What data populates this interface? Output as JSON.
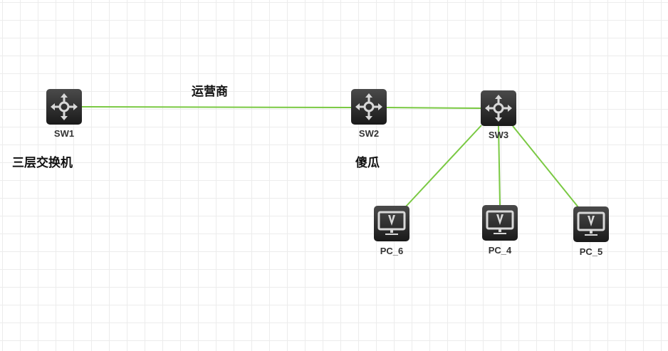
{
  "nodes": [
    {
      "id": "SW1",
      "label": "SW1",
      "type": "switch"
    },
    {
      "id": "SW2",
      "label": "SW2",
      "type": "switch"
    },
    {
      "id": "SW3",
      "label": "SW3",
      "type": "switch"
    },
    {
      "id": "PC_6",
      "label": "PC_6",
      "type": "pc"
    },
    {
      "id": "PC_4",
      "label": "PC_4",
      "type": "pc"
    },
    {
      "id": "PC_5",
      "label": "PC_5",
      "type": "pc"
    }
  ],
  "links": [
    {
      "from": "SW1",
      "to": "SW2"
    },
    {
      "from": "SW2",
      "to": "SW3"
    },
    {
      "from": "SW3",
      "to": "PC_6"
    },
    {
      "from": "SW3",
      "to": "PC_4"
    },
    {
      "from": "SW3",
      "to": "PC_5"
    }
  ],
  "annotations": {
    "carrier": "运营商",
    "l3_switch": "三层交换机",
    "sw2_note": "傻瓜"
  },
  "colors": {
    "link": "#7ac943",
    "icon_bg": "#2a2a2a",
    "icon_fg": "#d8d8d8"
  }
}
